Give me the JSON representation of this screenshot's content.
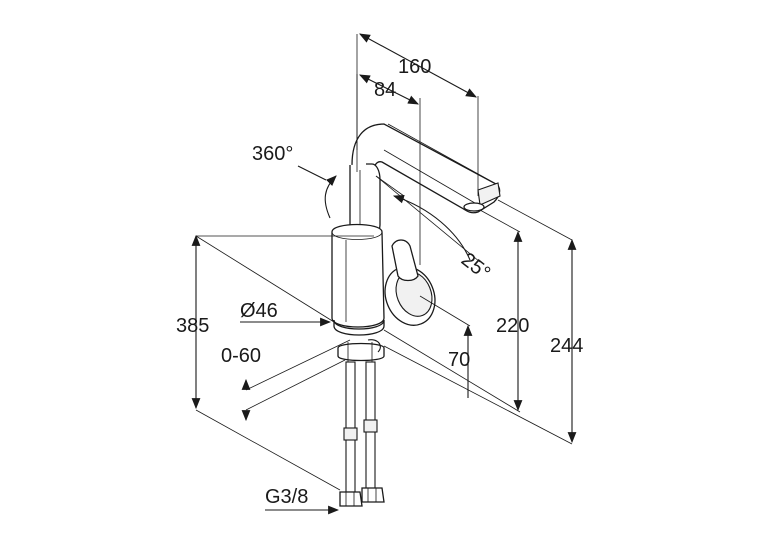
{
  "dimensions": {
    "reach_total": "160",
    "reach_spout": "84",
    "swivel": "360°",
    "handle_angle": "25°",
    "overall_height": "385",
    "body_diameter": "Ø46",
    "deck_thickness": "0-60",
    "height_to_outlet": "220",
    "height_total": "244",
    "handle_offset": "70",
    "connection": "G3/8"
  }
}
